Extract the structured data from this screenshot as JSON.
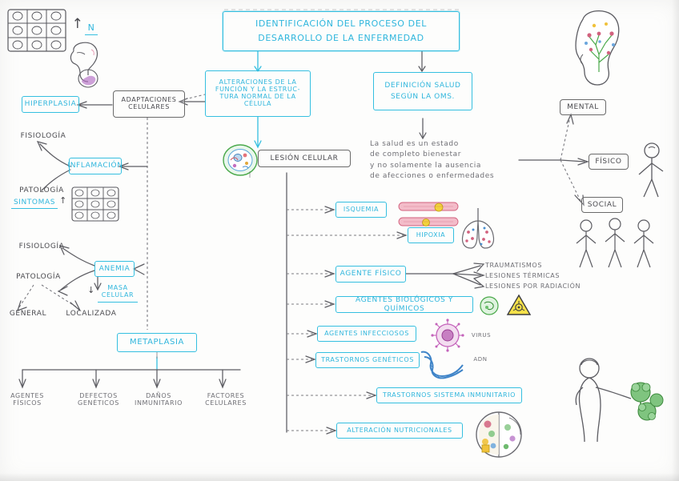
{
  "document": {
    "kind": "hand-drawn-concept-map",
    "language": "es",
    "title": "IDENTIFICACIÓN DEL PROCESO DEL\nDESARROLLO DE LA ENFERMEDAD",
    "title_line1": "IDENTIFICACIÓN DEL PROCESO DEL",
    "title_line2": "DESARROLLO DE LA ENFERMEDAD"
  },
  "colors": {
    "ink_blue": "#35bfe0",
    "ink_pencil": "#5d5d63",
    "paper": "#fdfdfc",
    "accent_pink": "#e07ba8",
    "accent_green": "#4aa94a"
  },
  "nodes": {
    "title": "IDENTIFICACIÓN DEL PROCESO DEL DESARROLLO DE LA ENFERMEDAD",
    "alteraciones": {
      "l1": "ALTERACIONES DE LA",
      "l2": "FUNCIÓN Y LA ESTRUC-",
      "l3": "TURA NORMAL DE LA",
      "l4": "CÉLULA"
    },
    "definicion_salud": {
      "l1": "DEFINICIÓN SALUD",
      "l2": "SEGÚN LA OMS."
    },
    "oms_text": {
      "l1": "La salud es un estado",
      "l2": "de  completo bienestar",
      "l3": "y no solamente la ausencia",
      "l4": "de afecciones o enfermedades"
    },
    "adaptaciones": {
      "l1": "ADAPTACIONES",
      "l2": "CELULARES"
    },
    "hiperplasia": "HIPERPLASIA",
    "inflamacion": "INFLAMACIÓN",
    "lesion_celular": "LESIÓN CELULAR",
    "anemia": "ANEMIA",
    "masa_celular": {
      "l1": "MASA",
      "l2": "CELULAR"
    },
    "metaplasia": "METAPLASIA",
    "fisiologia_1": "FISIOLOGÍA",
    "patologia_1": "PATOLOGÍA",
    "sintomas": "SINTOMAS",
    "fisiologia_2": "FISIOLOGÍA",
    "patologia_2": "PATOLOGÍA",
    "general": "GENERAL",
    "localizada": "LOCALIZADA",
    "isquemia": "ISQUEMIA",
    "hipoxia": "HIPOXIA",
    "agente_fisico": "AGENTE FÍSICO",
    "agentes_bioquim": "AGENTES BIOLÓGICOS Y QUÍMICOS",
    "agentes_infecciosos": "AGENTES INFECCIOSOS",
    "trastornos_geneticos": "TRASTORNOS GENÉTICOS",
    "trastornos_inmunitario": "TRASTORNOS SISTEMA INMUNITARIO",
    "alteracion_nutricional": "ALTERACIÓN NUTRICIONALES",
    "mental": "MENTAL",
    "fisico": "FÍSICO",
    "social": "SOCIAL"
  },
  "annotations": {
    "n_arrow": "N",
    "traumatismos": "TRAUMATISMOS",
    "lesiones_termicas": "LESIONES TÉRMICAS",
    "lesiones_radiacion": "LESIONES POR RADIACIÓN",
    "virus": "VIRUS",
    "adn": "ADN",
    "metaplasia_causes": [
      {
        "l1": "AGENTES",
        "l2": "FÍSICOS"
      },
      {
        "l1": "DEFECTOS",
        "l2": "GENÉTICOS"
      },
      {
        "l1": "DAÑOS",
        "l2": "INMUNITARIO"
      },
      {
        "l1": "FACTORES",
        "l2": "CELULARES"
      }
    ]
  },
  "drawings": [
    {
      "name": "tissue-grid-cells",
      "note": "top-left grid of epithelial cells"
    },
    {
      "name": "head-neck-figure",
      "note": "head / neck sketch, top-left"
    },
    {
      "name": "tissue-grid-cells-2",
      "note": "second cell grid, mid-left"
    },
    {
      "name": "cell-organelles",
      "note": "colored cell beside LESIÓN CELULAR"
    },
    {
      "name": "blood-vessel-plaque",
      "note": "vessel with plaque beside ISQUEMIA"
    },
    {
      "name": "lungs",
      "note": "lungs beside HIPOXIA"
    },
    {
      "name": "biohazard-sign",
      "note": "hazard triangle, right"
    },
    {
      "name": "bacteria-cell",
      "note": "green microbe, right"
    },
    {
      "name": "virus-particle",
      "note": "pink virus, right"
    },
    {
      "name": "dna-helix",
      "note": "blue DNA double helix"
    },
    {
      "name": "head-neurons",
      "note": "head with colored nerve tree, top-right"
    },
    {
      "name": "stick-figure",
      "note": "stick figure beside FÍSICO"
    },
    {
      "name": "stick-figure-group",
      "note": "group of stick figures beside SOCIAL"
    },
    {
      "name": "person-broccoli",
      "note": "person holding vegetables, bottom-right"
    },
    {
      "name": "cell-nutrition",
      "note": "nutrition cell diagram, bottom"
    }
  ]
}
